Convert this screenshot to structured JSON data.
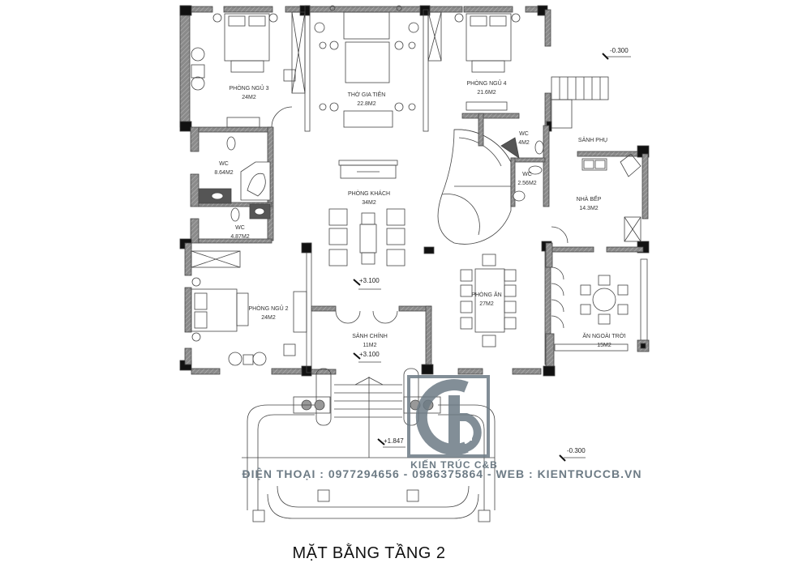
{
  "drawing": {
    "title": "MẶT BẰNG TẦNG 2"
  },
  "rooms": [
    {
      "id": "bedroom-3",
      "name": "PHÒNG NGỦ 3",
      "area": "24M2"
    },
    {
      "id": "altar-room",
      "name": "THỜ GIA TIÊN",
      "area": "22.8M2"
    },
    {
      "id": "bedroom-4",
      "name": "PHÒNG NGỦ 4",
      "area": "21.6M2"
    },
    {
      "id": "wc-1",
      "name": "WC",
      "area": "8.64M2"
    },
    {
      "id": "wc-2",
      "name": "WC",
      "area": "4.87M2"
    },
    {
      "id": "wc-3",
      "name": "WC",
      "area": "4M2"
    },
    {
      "id": "wc-4",
      "name": "WC",
      "area": "2.56M2"
    },
    {
      "id": "side-hall",
      "name": "SẢNH PHỤ",
      "area": ""
    },
    {
      "id": "kitchen",
      "name": "NHÀ BẾP",
      "area": "14.3M2"
    },
    {
      "id": "living-room",
      "name": "PHÒNG KHÁCH",
      "area": "34M2"
    },
    {
      "id": "dining-room",
      "name": "PHÒNG ĂN",
      "area": "27M2"
    },
    {
      "id": "outdoor-dining",
      "name": "ĂN NGOÀI TRỜI",
      "area": "15M2"
    },
    {
      "id": "bedroom-2",
      "name": "PHÒNG NGỦ 2",
      "area": "24M2"
    },
    {
      "id": "main-hall",
      "name": "SẢNH CHÍNH",
      "area": "11M2"
    }
  ],
  "levels": {
    "living": "+3.100",
    "main_hall": "+3.100",
    "stair_landing": "+1.847",
    "ground_right_top": "-0.300",
    "ground_right_bottom": "-0.300"
  },
  "watermark": {
    "brand": "KIẾN TRÚC C&B",
    "contact": "ĐIỆN THOẠI : 0977294656 - 0986375864 - WEB : KIENTRUCCB.VN",
    "color": "#6d7b85"
  }
}
